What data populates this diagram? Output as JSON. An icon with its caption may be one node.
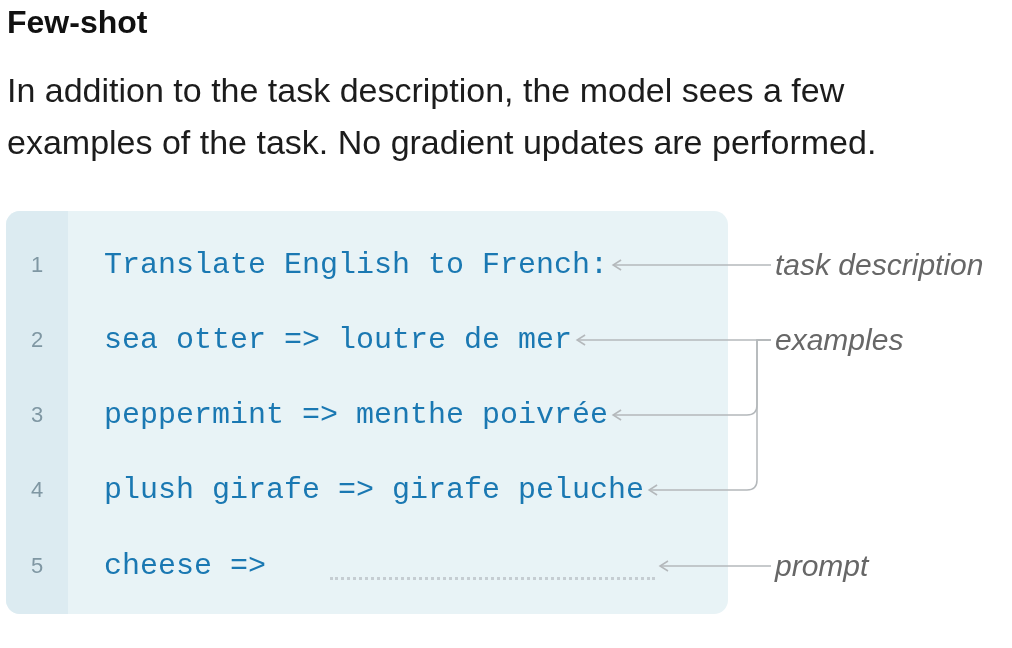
{
  "diagram": {
    "title": "Few-shot",
    "nodes": [
      {
        "text": [],
        "shape": "box"
      },
      {
        "text": [
          "Translate English to French:"
        ],
        "in": 0,
        "beside": [
          "1"
        ]
      },
      {
        "text": [
          "sea otter => loutre de mer"
        ],
        "in": 0,
        "beside": [
          "2"
        ]
      },
      {
        "text": [
          "peppermint => menthe poivrée"
        ],
        "in": 0,
        "beside": [
          "3"
        ]
      },
      {
        "text": [
          "plush girafe => girafe peluche"
        ],
        "in": 0,
        "beside": [
          "4"
        ]
      },
      {
        "text": [
          "cheese =>"
        ],
        "in": 0,
        "beside": [
          "5"
        ]
      },
      {
        "text": [
          "task description"
        ]
      },
      {
        "text": [
          "examples"
        ]
      },
      {
        "text": [
          "prompt"
        ]
      }
    ],
    "edges": [
      {
        "from": 6,
        "to": 1,
        "arrow": "to"
      },
      {
        "from": 7,
        "to": 2,
        "arrow": "to"
      },
      {
        "from": 7,
        "to": 3,
        "arrow": "to"
      },
      {
        "from": 7,
        "to": 4,
        "arrow": "to"
      },
      {
        "from": 8,
        "to": 5,
        "arrow": "to"
      }
    ],
    "labels": [
      "In addition to the task description, the model sees a few examples of the task. No gradient updates are performed."
    ]
  }
}
